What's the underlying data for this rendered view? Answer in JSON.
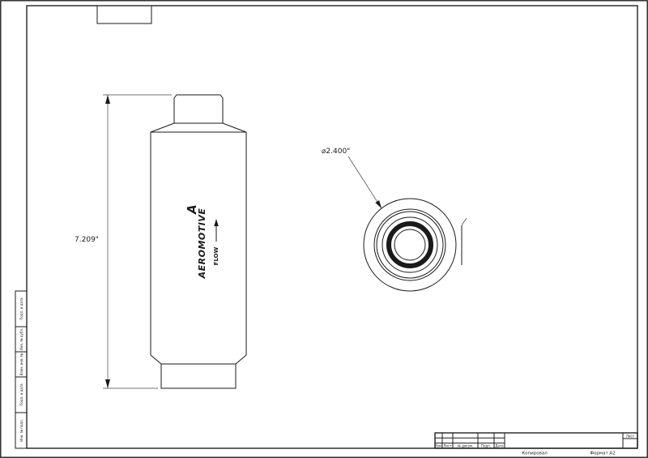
{
  "sheet": {
    "copied_label": "Копировал",
    "format_label": "Формат А2"
  },
  "views": {
    "side": {
      "height_dim": "7.209\"",
      "brand": "AEROMOTIVE",
      "logo_glyph": "A",
      "flow": "FLOW"
    },
    "end": {
      "diameter_dim": "⌀2.400\""
    }
  },
  "title_block": {
    "col_labels": [
      "Изм.",
      "Лист",
      "№ докум.",
      "Подп.",
      "Дата"
    ],
    "sheet_label": "Лист"
  },
  "margin_labels": [
    "Подп. и дата",
    "Инв. № дубл.",
    "Взам. инв. №",
    "Подп. и дата",
    "Инв. № подл."
  ]
}
